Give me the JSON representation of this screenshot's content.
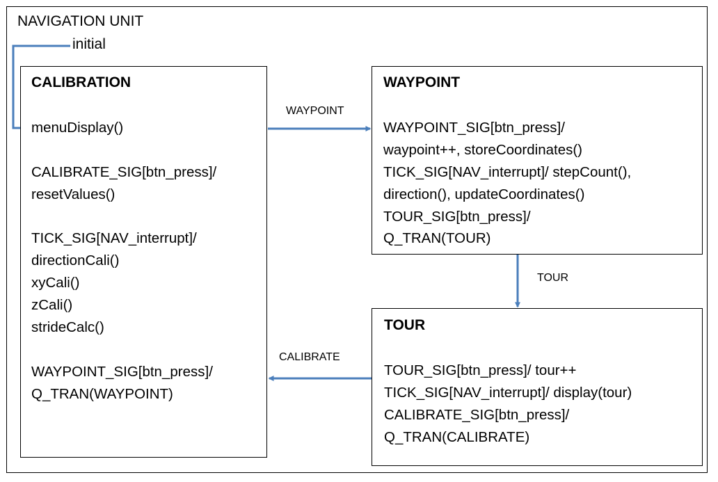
{
  "diagram": {
    "title": "NAVIGATION UNIT",
    "initial_label": "initial",
    "arrow_color": "#4a7ebb",
    "states": {
      "calibration": {
        "name": "CALIBRATION",
        "lines": [
          "menuDisplay()",
          "CALIBRATE_SIG[btn_press]/",
          "resetValues()",
          "TICK_SIG[NAV_interrupt]/",
          "directionCali()",
          "xyCali()",
          "zCali()",
          "strideCalc()",
          "WAYPOINT_SIG[btn_press]/",
          "Q_TRAN(WAYPOINT)"
        ]
      },
      "waypoint": {
        "name": "WAYPOINT",
        "lines": [
          "WAYPOINT_SIG[btn_press]/",
          "waypoint++, storeCoordinates()",
          "TICK_SIG[NAV_interrupt]/ stepCount(),",
          "direction(), updateCoordinates()",
          "TOUR_SIG[btn_press]/",
          "Q_TRAN(TOUR)"
        ]
      },
      "tour": {
        "name": "TOUR",
        "lines": [
          "TOUR_SIG[btn_press]/ tour++",
          "TICK_SIG[NAV_interrupt]/ display(tour)",
          "CALIBRATE_SIG[btn_press]/",
          "Q_TRAN(CALIBRATE)"
        ]
      }
    },
    "transitions": {
      "to_waypoint": "WAYPOINT",
      "to_tour": "TOUR",
      "to_calibrate": "CALIBRATE"
    }
  }
}
